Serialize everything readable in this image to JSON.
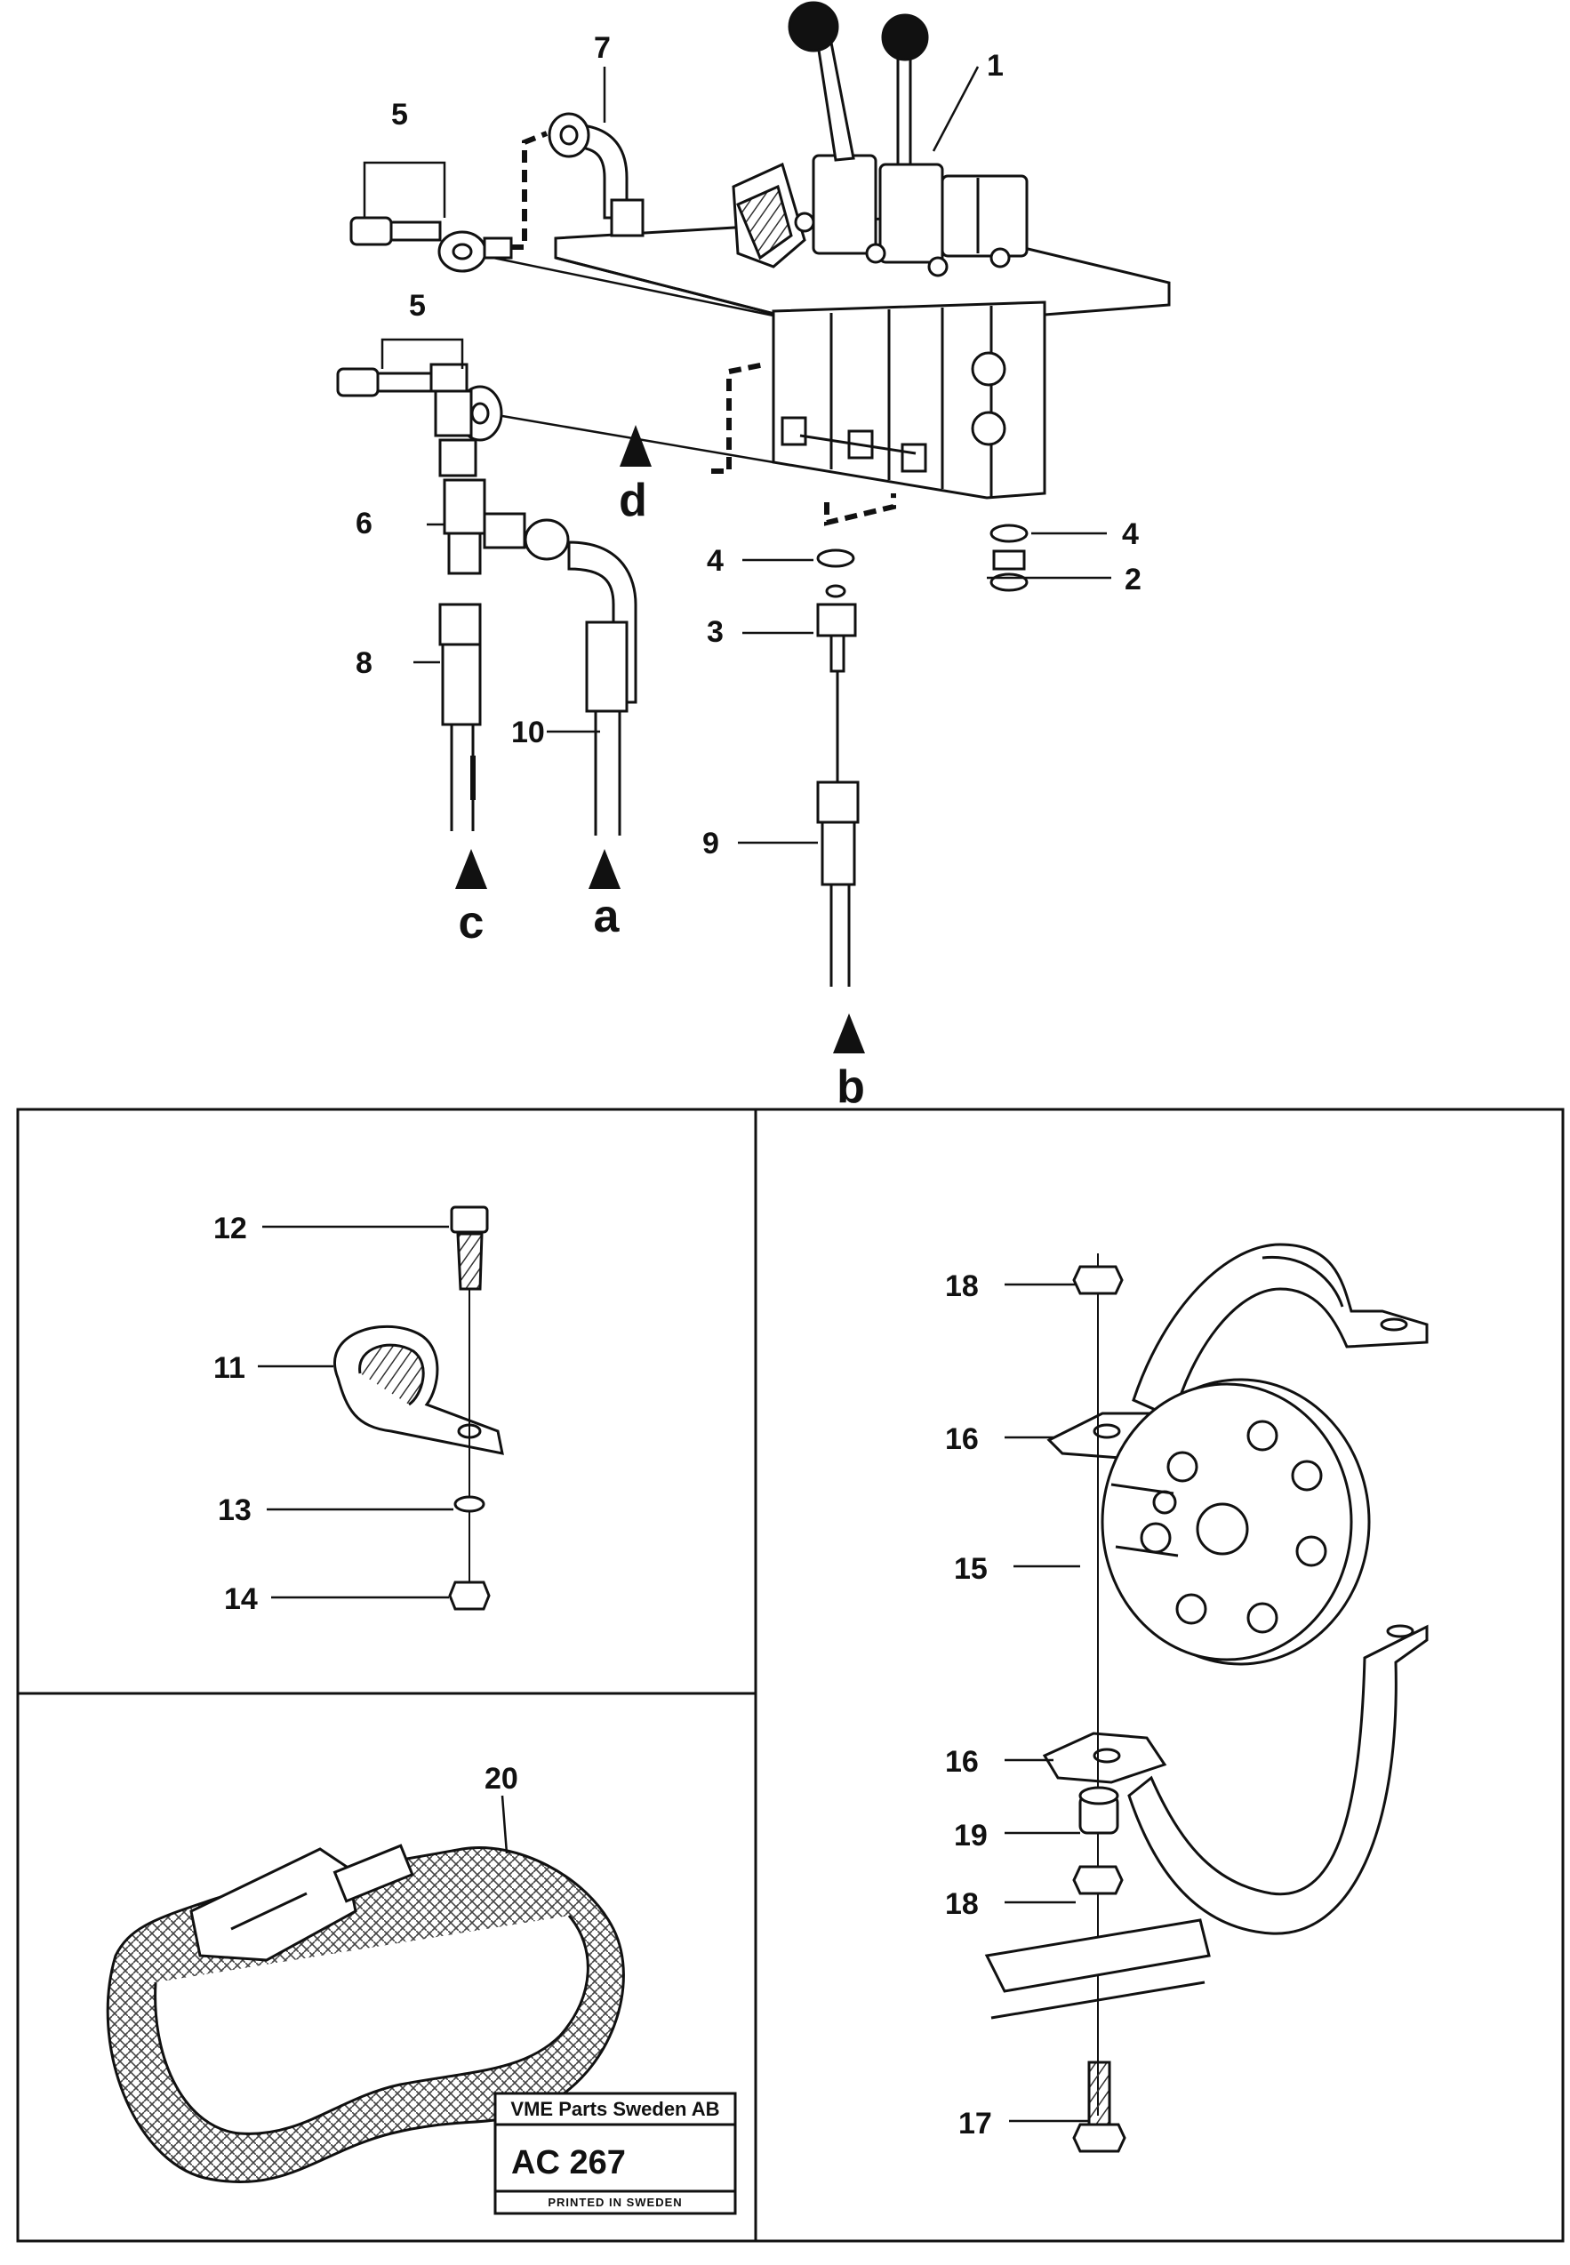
{
  "callouts": {
    "c1": "1",
    "c2": "2",
    "c3": "3",
    "c4a": "4",
    "c4b": "4",
    "c5a": "5",
    "c5b": "5",
    "c6": "6",
    "c7": "7",
    "c8": "8",
    "c9": "9",
    "c10": "10",
    "c11": "11",
    "c12": "12",
    "c13": "13",
    "c14": "14",
    "c15": "15",
    "c16a": "16",
    "c16b": "16",
    "c17": "17",
    "c18a": "18",
    "c18b": "18",
    "c19": "19",
    "c20": "20"
  },
  "connections": {
    "a": "a",
    "b": "b",
    "c": "c",
    "d": "d"
  },
  "stamp": {
    "company": "VME Parts Sweden AB",
    "code": "AC 267",
    "printed": "PRINTED IN SWEDEN"
  }
}
